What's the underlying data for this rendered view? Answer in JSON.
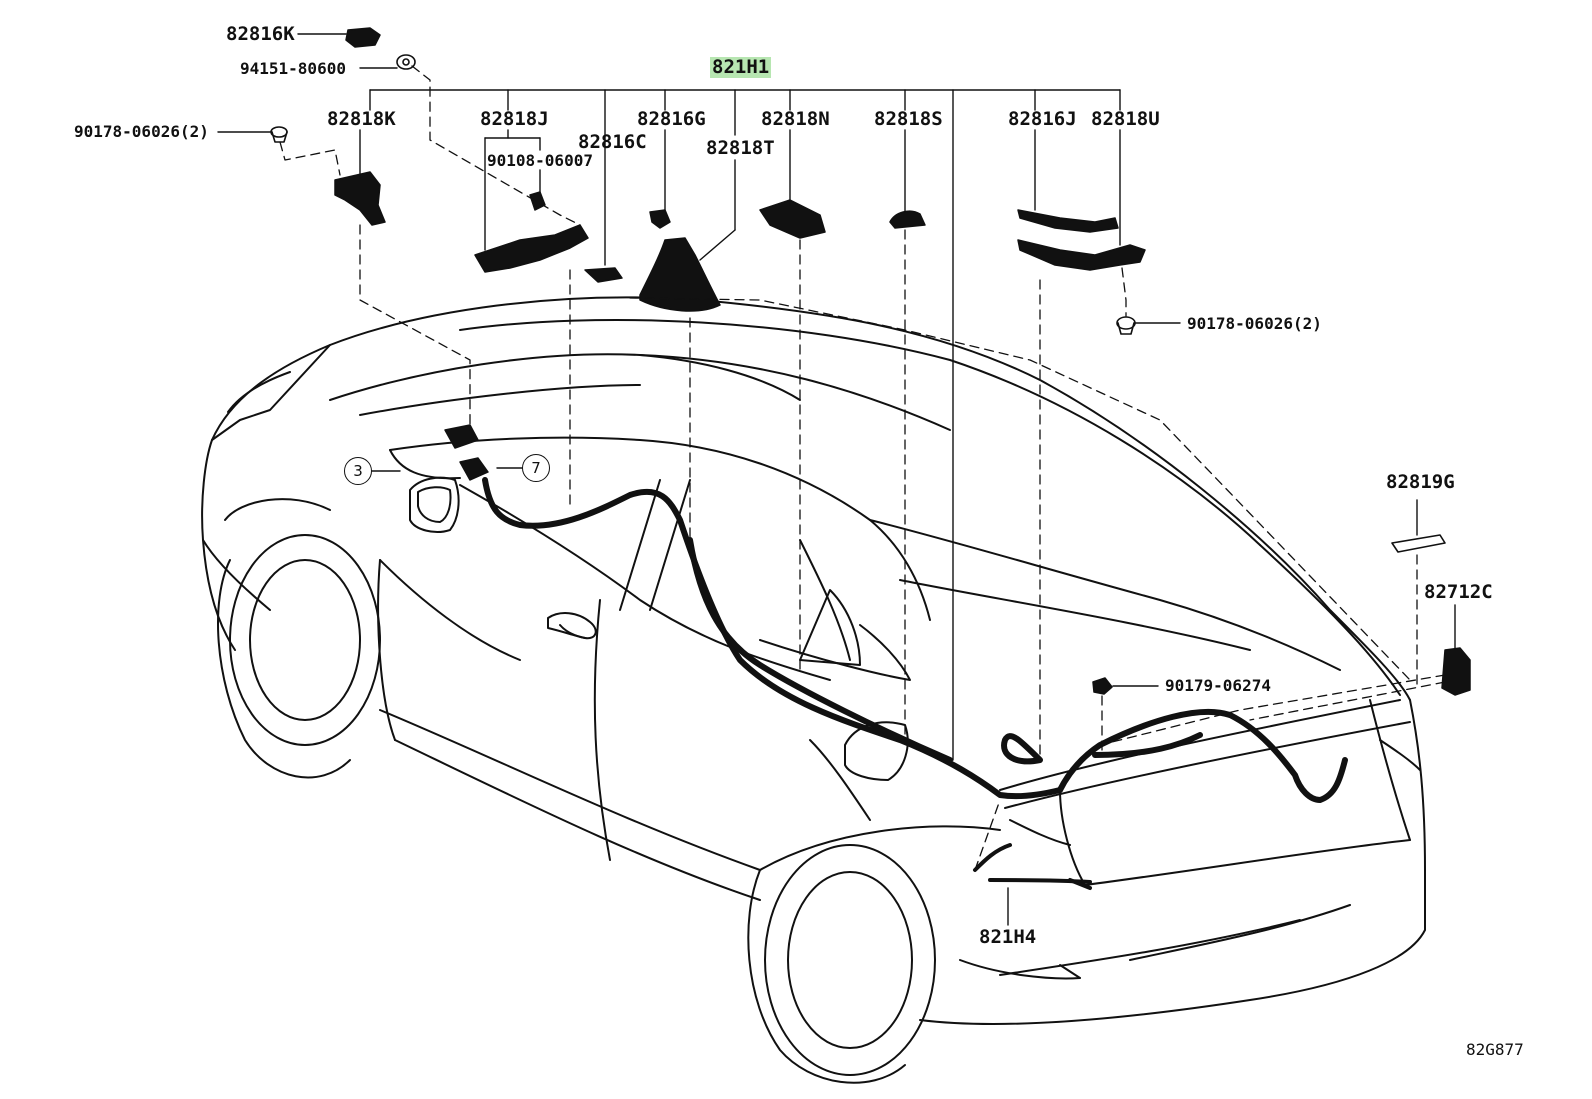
{
  "diagram": {
    "main_part": "821H1",
    "parts": {
      "p82816K": "82816K",
      "p94151_80600": "94151-80600",
      "p90178_left": "90178-06026(2)",
      "p82818K": "82818K",
      "p82818J": "82818J",
      "p90108_06007": "90108-06007",
      "p82816C": "82816C",
      "p82816G": "82816G",
      "p82818T": "82818T",
      "p82818N": "82818N",
      "p82818S": "82818S",
      "p82816J": "82816J",
      "p82818U": "82818U",
      "p90178_right": "90178-06026(2)",
      "p82819G": "82819G",
      "p82712C": "82712C",
      "p90179_06274": "90179-06274",
      "p821H4": "821H4"
    },
    "callouts": {
      "c3": "3",
      "c7": "7"
    },
    "drawing_code": "82G877",
    "highlight_color": "#b7e6b1",
    "line_color": "#111111"
  }
}
